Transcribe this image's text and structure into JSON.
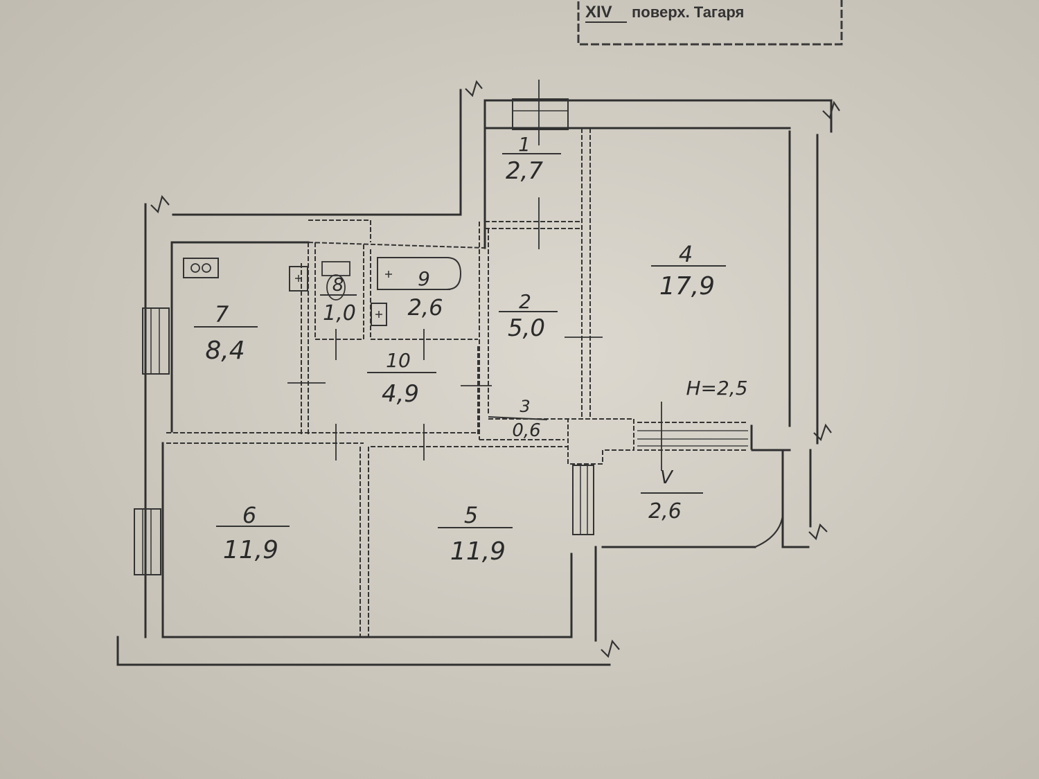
{
  "stamp": {
    "floor_number": "XIV",
    "text": "поверх. Тагаря"
  },
  "rooms": [
    {
      "id": "room-1",
      "number": "1",
      "area": "2,7"
    },
    {
      "id": "room-2",
      "number": "2",
      "area": "5,0"
    },
    {
      "id": "room-3",
      "number": "3",
      "area": "0,6"
    },
    {
      "id": "room-4",
      "number": "4",
      "area": "17,9"
    },
    {
      "id": "room-5",
      "number": "5",
      "area": "11,9"
    },
    {
      "id": "room-6",
      "number": "6",
      "area": "11,9"
    },
    {
      "id": "room-7",
      "number": "7",
      "area": "8,4"
    },
    {
      "id": "room-8",
      "number": "8",
      "area": "1,0"
    },
    {
      "id": "room-9",
      "number": "9",
      "area": "2,6"
    },
    {
      "id": "room-10",
      "number": "10",
      "area": "4,9"
    },
    {
      "id": "room-V",
      "number": "V",
      "area": "2,6"
    }
  ],
  "ceiling_height": "H=2,5",
  "colors": {
    "paper": "#cfcbc1",
    "ink": "#2f2f2f"
  }
}
